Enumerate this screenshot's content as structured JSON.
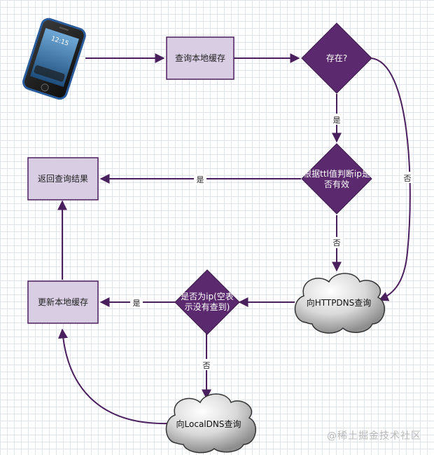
{
  "nodes": {
    "query_cache": "查询本地缓存",
    "exists": "存在?",
    "ttl_check_line1": "根据ttl值判断ip是",
    "ttl_check_line2": "否有效",
    "return_result": "返回查询结果",
    "httpdns_query": "向HTTPDNS查询",
    "is_empty_line1": "是否为ip(空表",
    "is_empty_line2": "示没有查到)",
    "update_cache": "更新本地缓存",
    "localdns_query": "向LocalDNS查询"
  },
  "edges": {
    "exists_yes": "是",
    "exists_no": "否",
    "ttl_yes": "是",
    "ttl_no": "否",
    "empty_yes": "是",
    "empty_no": "否"
  },
  "phone": {
    "screen_time": "12:15"
  },
  "watermark": "@稀土掘金技术社区",
  "colors": {
    "diamond": "#5b2a6e",
    "box_fill": "#d8cde3",
    "arrow": "#4a1f5e"
  }
}
